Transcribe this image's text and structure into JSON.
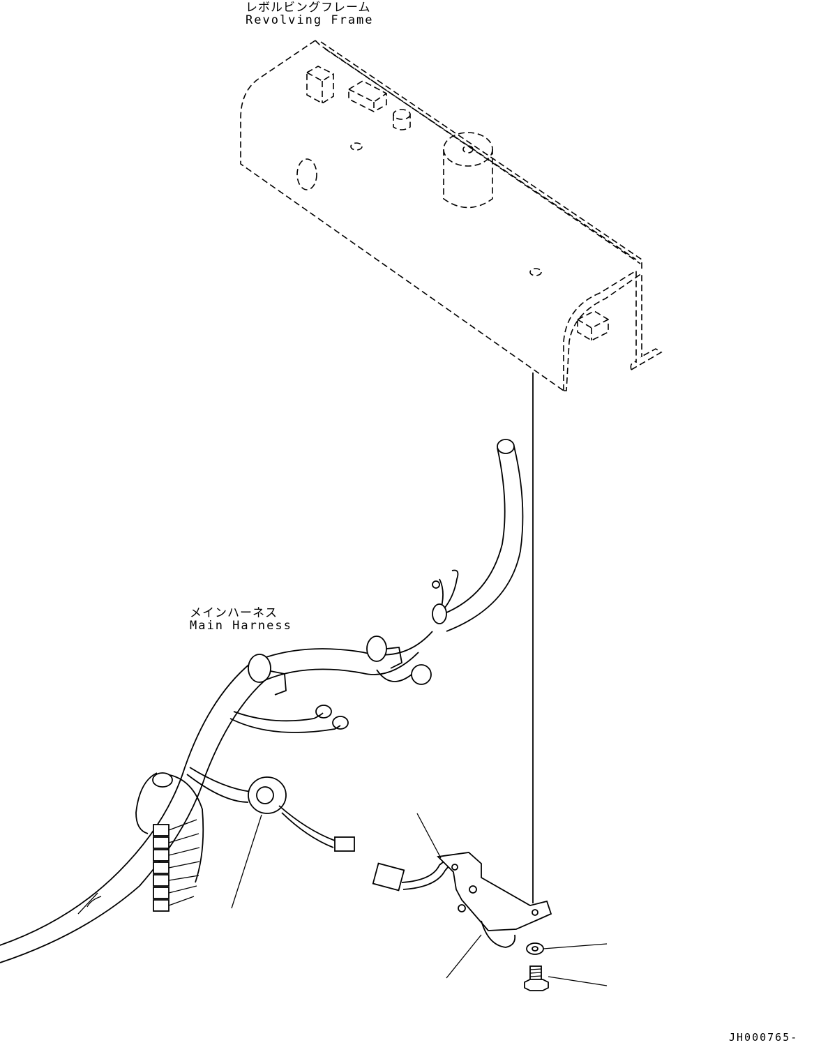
{
  "labels": {
    "revolving_frame": {
      "jp": "レボルビングフレーム",
      "en": "Revolving Frame"
    },
    "main_harness": {
      "jp": "メインハーネス",
      "en": "Main Harness"
    }
  },
  "drawing_code": "JH000765-"
}
